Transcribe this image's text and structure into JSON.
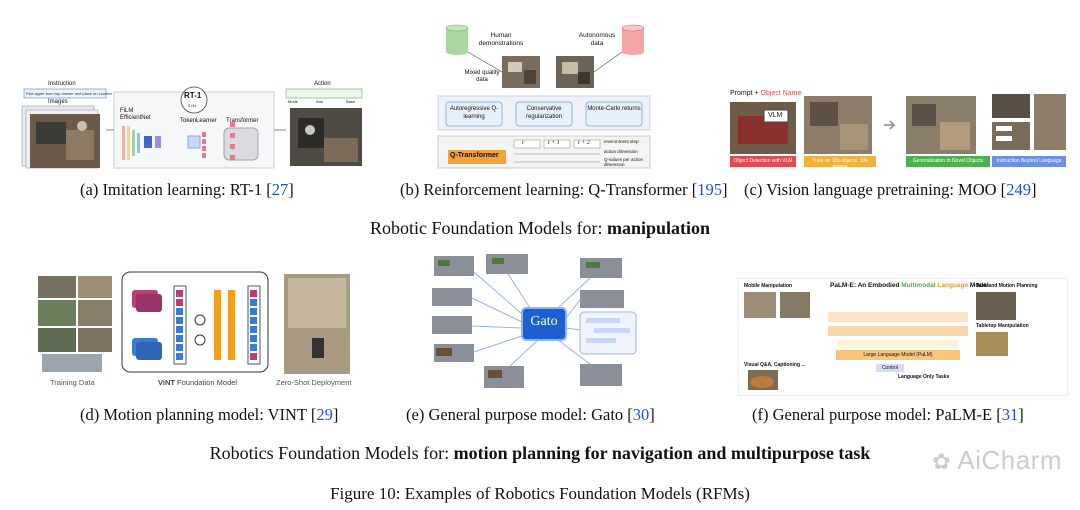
{
  "panels": {
    "a": {
      "caption_prefix": "(a) Imitation learning: RT-1 [",
      "cite": "27",
      "caption_suffix": "]",
      "labels": {
        "instruction": "Instruction",
        "instruction_text": "Pick apple from top drawer and place on counter",
        "images": "Images",
        "film": "FiLM EfficientNet",
        "tokenlearner": "TokenLearner",
        "transformer": "Transformer",
        "rt1": "RT-1",
        "hz": "3 Hz",
        "action": "Action",
        "mode": "Mode",
        "arm": "Arm",
        "base": "Base"
      }
    },
    "b": {
      "caption_prefix": "(b) Reinforcement learning: Q-Transformer [",
      "cite": "195",
      "caption_suffix": "]",
      "labels": {
        "human": "Human demonstrations",
        "autonomous": "Autonomous data",
        "mixed": "Mixed quality data",
        "m1": "Autoregressive Q-learning",
        "m2": "Conservative regularization",
        "m3": "Monte-Carlo returns",
        "qt": "Q-Transformer",
        "env": "environment step",
        "actdim": "action dimension",
        "qvals": "Q-values per action dimension",
        "t": "t",
        "t1": "t + 1",
        "t2": "t + 2"
      }
    },
    "c": {
      "caption_prefix": "(c) Vision language pretraining: MOO [",
      "cite": "249",
      "caption_suffix": "]",
      "labels": {
        "prompt": "Prompt + ",
        "object_name": "Object Name",
        "vlm": "VLM",
        "tag1": "Object Detection with VLM",
        "tag2": "Train on 10s objects, 10k demos",
        "tag3": "Generalization to Novel Objects",
        "tag4": "Instruction Beyond Language"
      }
    },
    "d": {
      "caption_prefix": "(d) Motion planning model: VINT [",
      "cite": "29",
      "caption_suffix": "]",
      "labels": {
        "training": "Training Data",
        "foundation_bold": "ViNT",
        "foundation": " Foundation Model",
        "zeroshot": "Zero-Shot Deployment"
      }
    },
    "e": {
      "caption_prefix": "(e) General purpose model: Gato [",
      "cite": "30",
      "caption_suffix": "]",
      "labels": {
        "gato": "Gato"
      }
    },
    "f": {
      "caption_prefix": "(f) General purpose model: PaLM-E [",
      "cite": "31",
      "caption_suffix": "]",
      "labels": {
        "title_pre": "PaLM-E: An Embodied ",
        "title_multi": "Multimodal",
        "title_lang": "Language",
        "title_post": " Model",
        "mobile": "Mobile Manipulation",
        "task": "Task and Motion Planning",
        "tabletop": "Tabletop Manipulation",
        "vqa": "Visual Q&A, Captioning ...",
        "langonly": "Language Only Tasks",
        "llm": "Large Language Model (PaLM)",
        "control": "Control"
      }
    }
  },
  "sections": {
    "manipulation_prefix": "Robotic Foundation Models for: ",
    "manipulation_bold": "manipulation",
    "planning_prefix": "Robotics Foundation Models for: ",
    "planning_bold": "motion planning for navigation and multipurpose task"
  },
  "figure_caption": "Figure 10: Examples of Robotics Foundation Models (RFMs)",
  "watermark": "AiCharm",
  "colors": {
    "cite": "#1f4fd6",
    "gato": "#1d5fd0",
    "red": "#e5484d",
    "green": "#4caf50"
  }
}
